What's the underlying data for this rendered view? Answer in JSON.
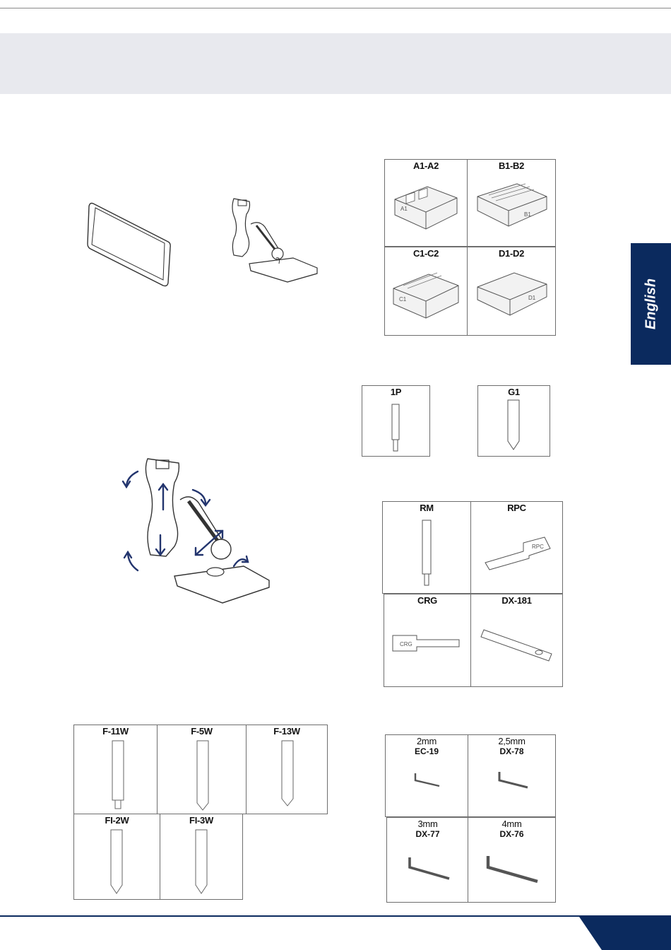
{
  "sidebar": {
    "language_tab": "English"
  },
  "icons": {
    "tablet": "tablet-icon",
    "holder": "tablet-holder-icon",
    "holder_adjust": "tablet-holder-adjust-icon"
  },
  "colors": {
    "brand": "#0b2a5e",
    "band": "#e8e9ee",
    "arrow": "#23356e"
  },
  "jaws": [
    "A1-A2",
    "B1-B2",
    "C1-C2",
    "D1-D2"
  ],
  "probes": [
    "1P",
    "G1"
  ],
  "tools": [
    "RM",
    "RPC",
    "CRG",
    "DX-181"
  ],
  "cutters": [
    "F-11W",
    "F-5W",
    "F-13W",
    "FI-2W",
    "FI-3W"
  ],
  "keys": [
    {
      "size": "2mm",
      "code": "EC-19"
    },
    {
      "size": "2,5mm",
      "code": "DX-78"
    },
    {
      "size": "3mm",
      "code": "DX-77"
    },
    {
      "size": "4mm",
      "code": "DX-76"
    }
  ],
  "part_marks": {
    "jaw_a": "A1",
    "jaw_b": "B1",
    "jaw_c": "C1",
    "jaw_d": "D1",
    "tool_crg": "CRG",
    "tool_rpc": "RPC"
  }
}
